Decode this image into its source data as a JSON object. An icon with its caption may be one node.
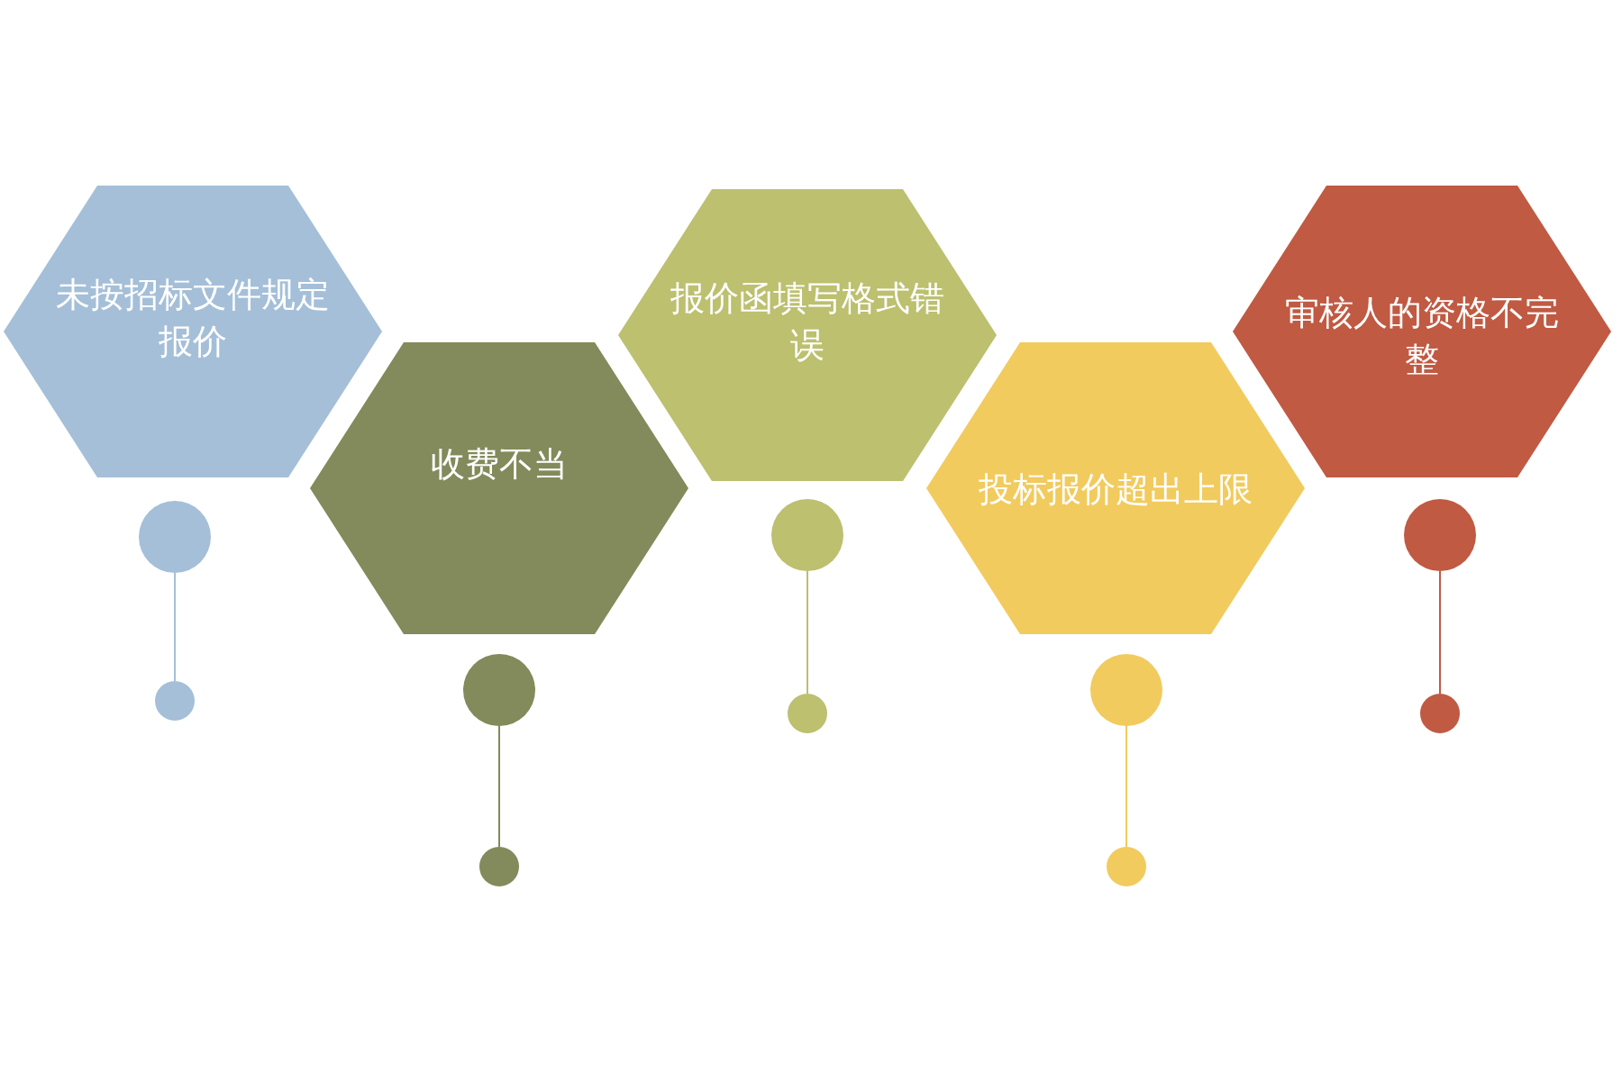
{
  "diagram": {
    "nodes": [
      {
        "text": [
          "未按招标文件规定报价"
        ]
      },
      {
        "text": [
          "收费不当"
        ]
      },
      {
        "text": [
          "报价函填写格式错误"
        ]
      },
      {
        "text": [
          "投标报价超出上限"
        ]
      },
      {
        "text": [
          "审核人的资格不完整"
        ]
      },
      {
        "text": [],
        "shape": "circle"
      },
      {
        "text": [],
        "shape": "circle"
      },
      {
        "text": [],
        "shape": "circle"
      },
      {
        "text": [],
        "shape": "circle"
      },
      {
        "text": [],
        "shape": "circle"
      },
      {
        "text": [],
        "shape": "circle"
      },
      {
        "text": [],
        "shape": "circle"
      },
      {
        "text": [],
        "shape": "circle"
      },
      {
        "text": [],
        "shape": "circle"
      },
      {
        "text": [],
        "shape": "circle"
      }
    ],
    "edges": [
      {
        "from": 5,
        "to": 6,
        "arrow": "none",
        "color": "#a5bfd8"
      },
      {
        "from": 7,
        "to": 8,
        "arrow": "none",
        "color": "#838a5b"
      },
      {
        "from": 9,
        "to": 10,
        "arrow": "none",
        "color": "#bcc06f"
      },
      {
        "from": 11,
        "to": 12,
        "arrow": "none",
        "color": "#f2cb5e"
      },
      {
        "from": 13,
        "to": 14,
        "arrow": "none",
        "color": "#c05a43"
      }
    ]
  }
}
